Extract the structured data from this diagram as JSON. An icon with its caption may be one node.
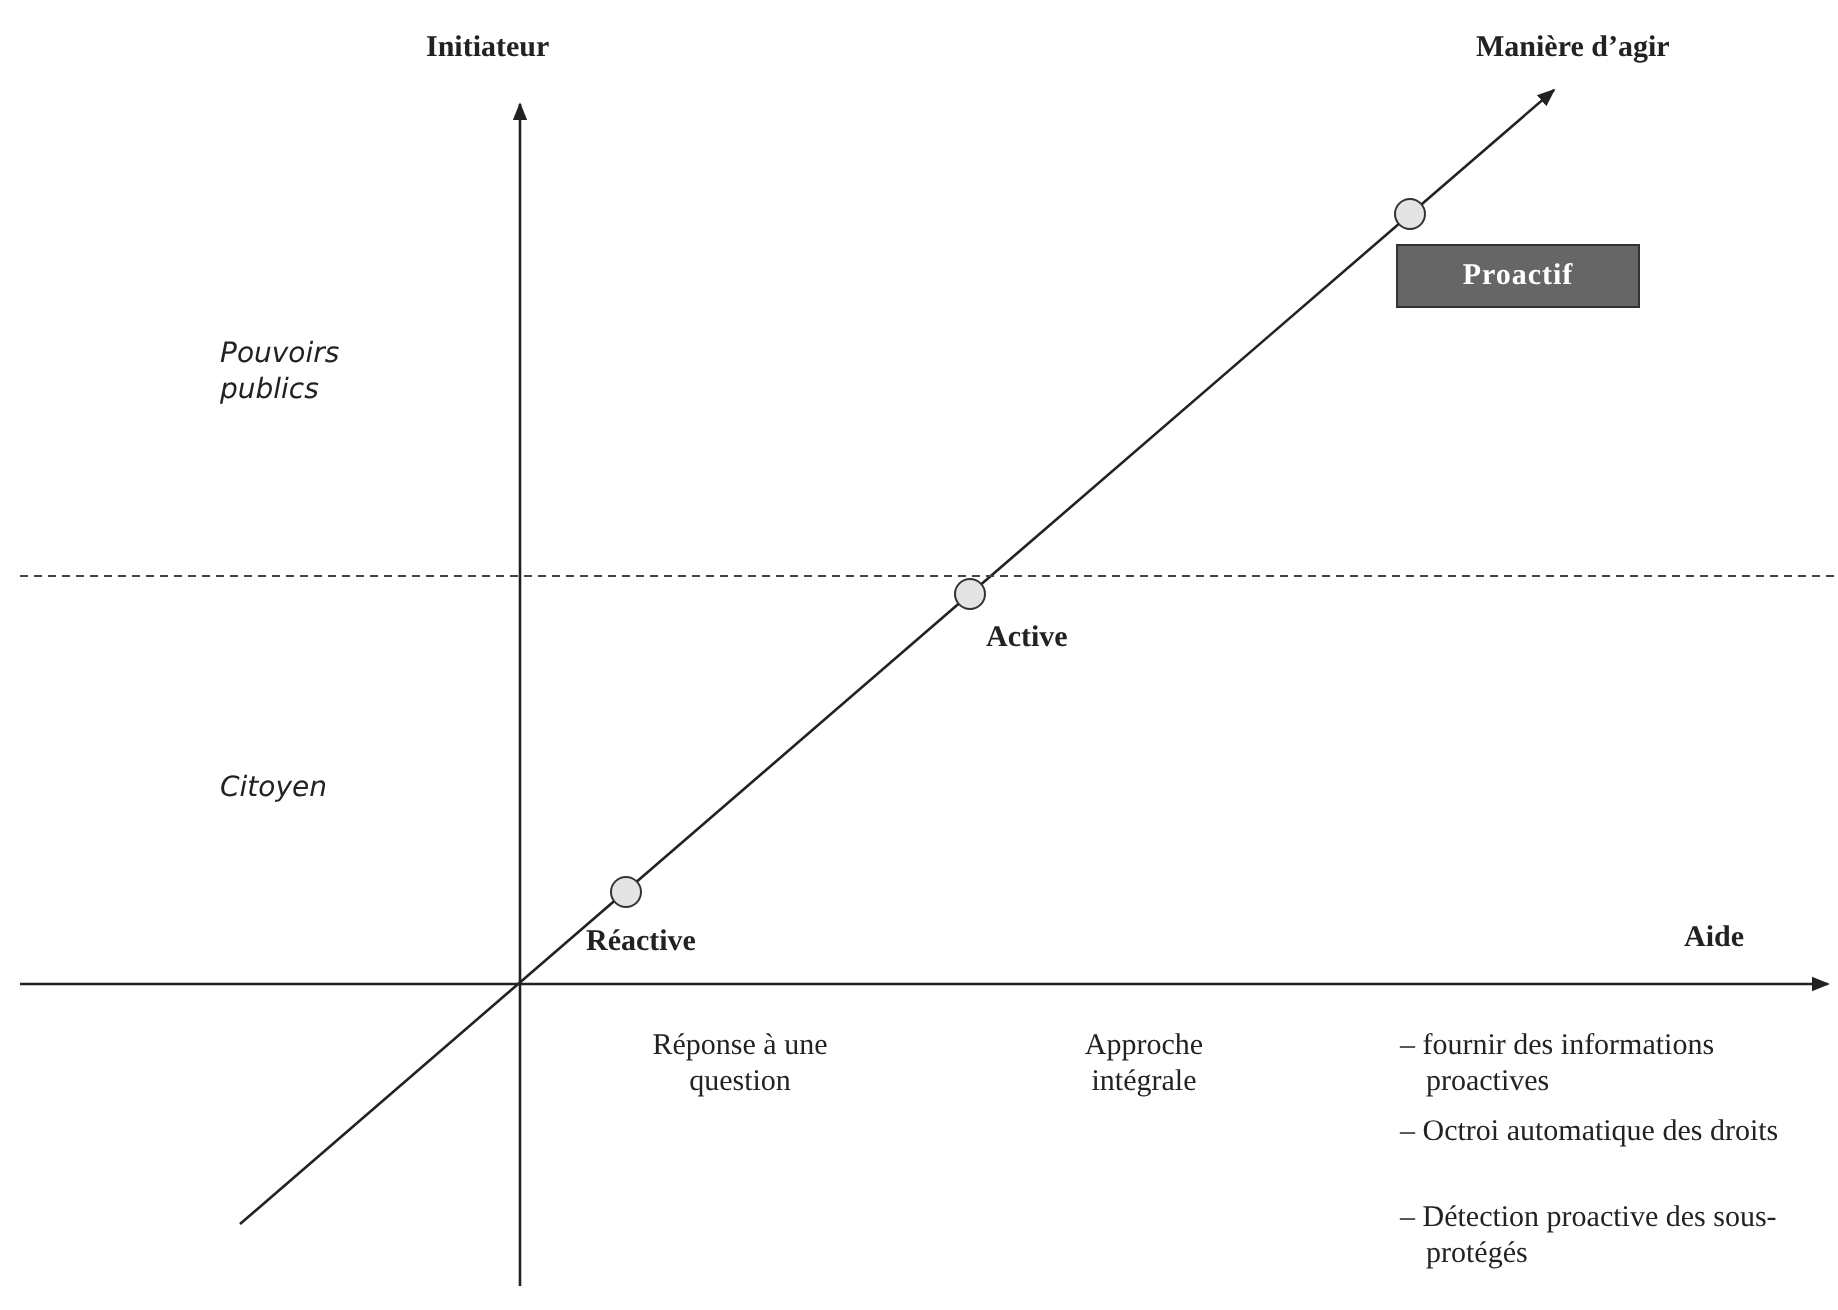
{
  "diagram": {
    "nodes": [
      {
        "text": [],
        "shape": "circle",
        "beside": [
          "Réactive"
        ]
      },
      {
        "text": [],
        "shape": "circle",
        "beside": [
          "Active"
        ]
      },
      {
        "text": [],
        "shape": "circle"
      },
      {
        "text": [
          "Proactif"
        ]
      }
    ],
    "labels": [
      "Initiateur",
      "Manière d’agir",
      "Pouvoirs publics",
      "Citoyen",
      "Aide",
      "Réponse à une question",
      "Approche intégrale",
      "– fournir des informations proactives",
      "– Octroi automatique des droits",
      "– Détection proactive des sous-protégés"
    ]
  }
}
